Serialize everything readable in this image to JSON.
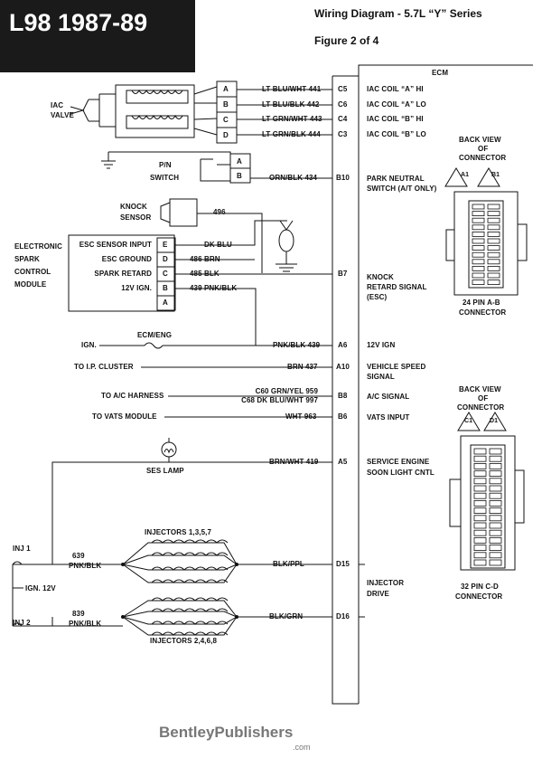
{
  "header": {
    "model": "L98 1987-89",
    "diagram_title": "Wiring Diagram - 5.7L “Y” Series",
    "figure": "Figure 2 of 4"
  },
  "ecm_label": "ECM",
  "iac": {
    "label_line1": "IAC",
    "label_line2": "VALVE",
    "pins": [
      "A",
      "B",
      "C",
      "D"
    ],
    "wires": [
      "LT BLU/WHT 441",
      "LT BLU/BLK  442",
      "LT GRN/WHT 443",
      "LT GRN/BLK  444"
    ],
    "ecm_pins": [
      "C5",
      "C6",
      "C4",
      "C3"
    ],
    "ecm_labels": [
      "IAC COIL “A” HI",
      "IAC COIL “A” LO",
      "IAC COIL “B” HI",
      "IAC COIL “B” LO"
    ]
  },
  "pn_switch": {
    "label_line1": "P/N",
    "label_line2": "SWITCH",
    "pins": [
      "A",
      "B"
    ],
    "wire": "ORN/BLK  434",
    "ecm_pin": "B10",
    "ecm_label_line1": "PARK NEUTRAL",
    "ecm_label_line2": "SWITCH (A/T ONLY)"
  },
  "knock": {
    "label_line1": "KNOCK",
    "label_line2": "SENSOR",
    "wire": "496"
  },
  "esc": {
    "module_line1": "ELECTRONIC",
    "module_line2": "SPARK",
    "module_line3": "CONTROL",
    "module_line4": "MODULE",
    "rows": [
      {
        "label": "ESC SENSOR INPUT",
        "pin": "E",
        "wire": "DK BLU"
      },
      {
        "label": "ESC GROUND",
        "pin": "D",
        "wire": "486 BRN"
      },
      {
        "label": "SPARK RETARD",
        "pin": "C",
        "wire": "485 BLK"
      },
      {
        "label": "12V IGN.",
        "pin": "B",
        "wire": "439 PNK/BLK"
      },
      {
        "label": "",
        "pin": "A",
        "wire": ""
      }
    ],
    "ecm_pin": "B7",
    "ecm_label_line1": "KNOCK",
    "ecm_label_line2": "RETARD SIGNAL",
    "ecm_label_line3": "(ESC)"
  },
  "ign": {
    "label": "IGN.",
    "fuse": "ECM/ENG",
    "wire": "PNK/BLK 439",
    "ecm_pin": "A6",
    "ecm_label": "12V IGN"
  },
  "vss": {
    "label": "TO I.P. CLUSTER",
    "wire": "BRN 437",
    "ecm_pin": "A10",
    "ecm_label_line1": "VEHICLE SPEED",
    "ecm_label_line2": "SIGNAL"
  },
  "ac": {
    "label": "TO A/C HARNESS",
    "wire_line1": "C60 GRN/YEL 959",
    "wire_line2": "C68 DK BLU/WHT 997",
    "ecm_pin": "B8",
    "ecm_label": "A/C SIGNAL"
  },
  "vats": {
    "label": "TO VATS MODULE",
    "wire": "WHT 963",
    "ecm_pin": "B6",
    "ecm_label": "VATS INPUT"
  },
  "ses": {
    "label": "SES LAMP",
    "wire": "BRN/WHT 419",
    "ecm_pin": "A5",
    "ecm_label_line1": "SERVICE ENGINE",
    "ecm_label_line2": "SOON LIGHT CNTL"
  },
  "injectors": {
    "inj1": "INJ 1",
    "inj2": "INJ 2",
    "ign12": "IGN. 12V",
    "wire1_line1": "639",
    "wire1_line2": "PNK/BLK",
    "wire2_line1": "839",
    "wire2_line2": "PNK/BLK",
    "bank1": "INJECTORS 1,3,5,7",
    "bank2": "INJECTORS 2,4,6,8",
    "out1": "BLK/PPL",
    "out2": "BLK/GRN",
    "ecm_pin1": "D15",
    "ecm_pin2": "D16",
    "ecm_label_line1": "INJECTOR",
    "ecm_label_line2": "DRIVE"
  },
  "connector_ab": {
    "title_line1": "BACK VIEW",
    "title_line2": "OF",
    "title_line3": "CONNECTOR",
    "pin_left": "A1",
    "pin_right": "B1",
    "caption_line1": "24 PIN  A-B",
    "caption_line2": "CONNECTOR"
  },
  "connector_cd": {
    "title_line1": "BACK VIEW",
    "title_line2": "OF",
    "title_line3": "CONNECTOR",
    "pin_left": "C1",
    "pin_right": "D1",
    "caption_line1": "32 PIN C-D",
    "caption_line2": "CONNECTOR"
  },
  "footer": {
    "brand": "BentleyPublishers",
    "suffix": ".com"
  }
}
